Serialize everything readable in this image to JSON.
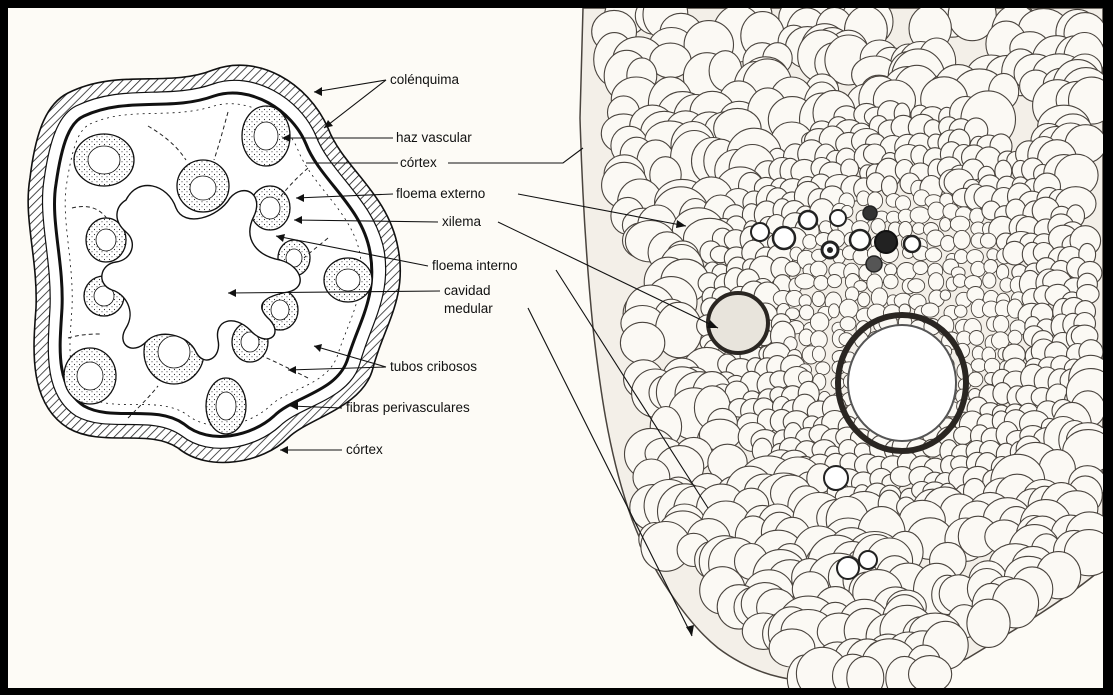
{
  "labels": {
    "colenquima": "colénquima",
    "haz_vascular": "haz vascular",
    "cortex_top": "córtex",
    "floema_externo": "floema externo",
    "xilema": "xilema",
    "floema_interno": "floema interno",
    "cavidad_line1": "cavidad",
    "cavidad_line2": "medular",
    "tubos_cribosos": "tubos cribosos",
    "fibras_perivasculares": "fibras perivasculares",
    "cortex_bottom": "córtex"
  },
  "colors": {
    "frame": "#000000",
    "paper": "#fdfbf6",
    "ink": "#111111",
    "micrograph_bg": "#f3efe8",
    "cell_wall": "#4a443e"
  }
}
